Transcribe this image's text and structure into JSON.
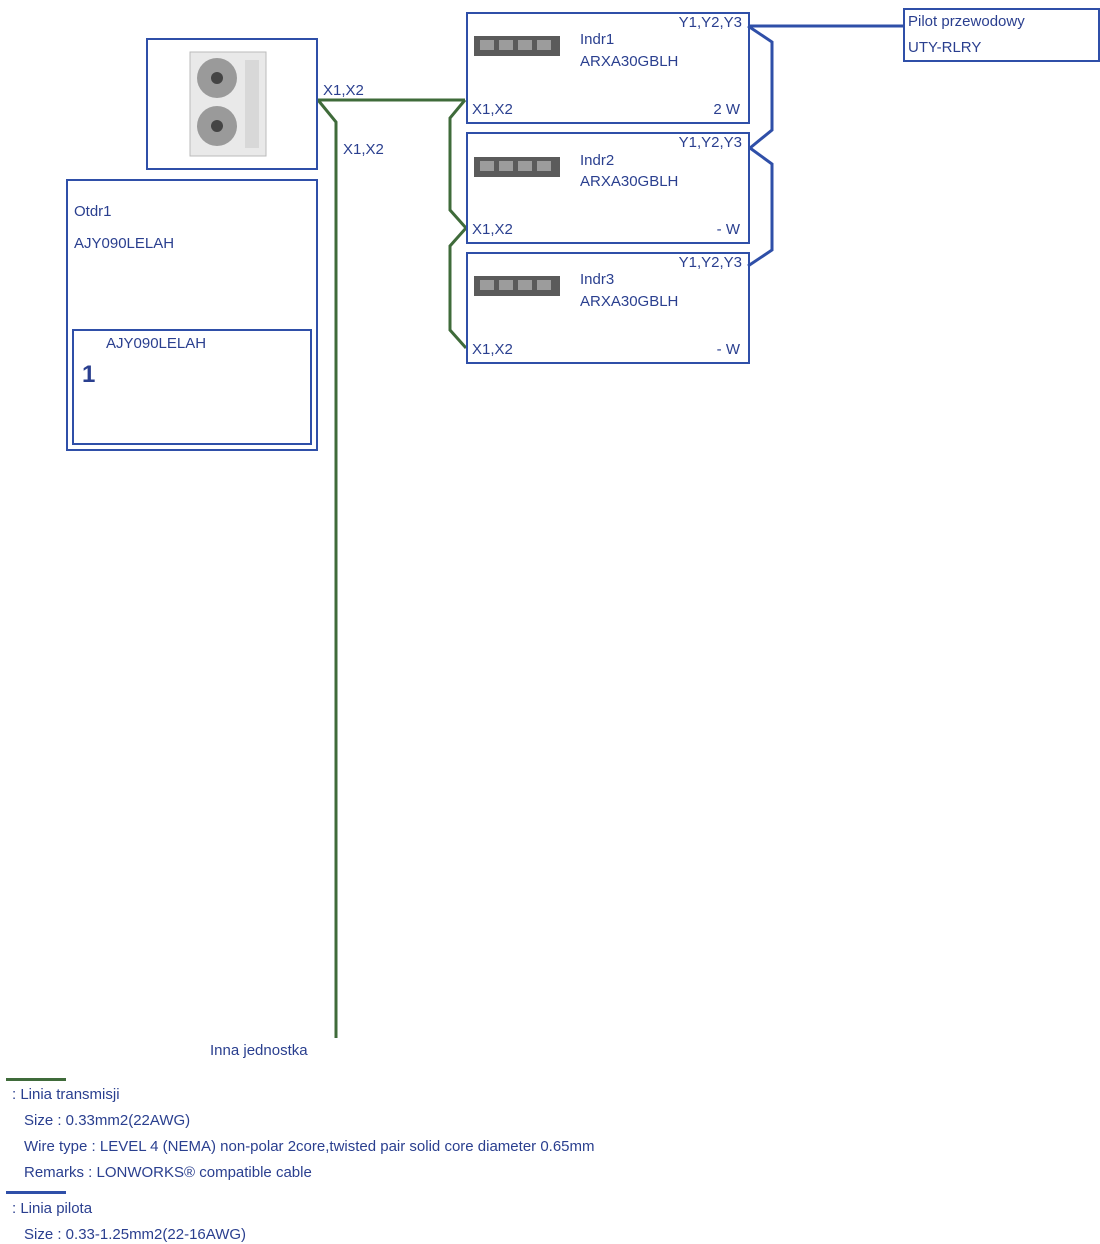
{
  "outdoor": {
    "name": "Otdr1",
    "model": "AJY090LELAH",
    "inner_model": "AJY090LELAH",
    "inner_number": "1",
    "port_top": "X1,X2",
    "port_drop": "X1,X2"
  },
  "indoor": [
    {
      "name": "Indr1",
      "model": "ARXA30GBLH",
      "port_left": "X1,X2",
      "port_right_top": "Y1,Y2,Y3",
      "watts": "2 W"
    },
    {
      "name": "Indr2",
      "model": "ARXA30GBLH",
      "port_left": "X1,X2",
      "port_right_top": "Y1,Y2,Y3",
      "watts": "- W"
    },
    {
      "name": "Indr3",
      "model": "ARXA30GBLH",
      "port_left": "X1,X2",
      "port_right_top": "Y1,Y2,Y3",
      "watts": "- W"
    }
  ],
  "remote": {
    "title": "Pilot przewodowy",
    "model": "UTY-RLRY"
  },
  "other_unit_label": "Inna jednostka",
  "legend": {
    "transmission": {
      "title": ": Linia transmisji",
      "size": "Size : 0.33mm2(22AWG)",
      "wire_type": "Wire type : LEVEL 4 (NEMA) non-polar 2core,twisted pair solid core diameter 0.65mm",
      "remarks": "Remarks : LONWORKS® compatible cable",
      "color": "#3f6b3a"
    },
    "remote_line": {
      "title": ": Linia pilota",
      "size": "Size : 0.33-1.25mm2(22-16AWG)",
      "color": "#2f4fa8"
    }
  },
  "icons": [
    "outdoor-unit-icon",
    "ducted-indoor-unit-icon"
  ]
}
